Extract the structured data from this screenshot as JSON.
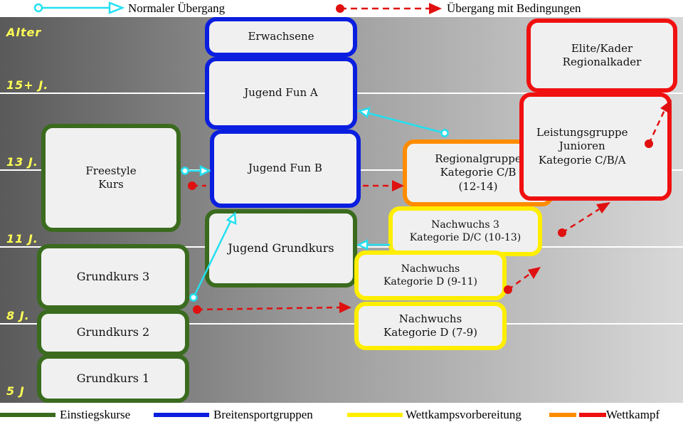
{
  "legend_top": {
    "normal_label": "Normaler Übergang",
    "conditional_label": "Übergang mit Bedingungen"
  },
  "age_axis": {
    "title": "Alter",
    "labels": [
      "15+ J.",
      "13 J.",
      "11 J.",
      "8 J.",
      "5 J"
    ]
  },
  "boxes": {
    "erwachsene": "Erwachsene",
    "jugend_fun_a": "Jugend Fun A",
    "jugend_fun_b": "Jugend Fun B",
    "jugend_grundkurs": "Jugend Grundkurs",
    "freestyle": "Freestyle\nKurs",
    "grundkurs_3": "Grundkurs 3",
    "grundkurs_2": "Grundkurs 2",
    "grundkurs_1": "Grundkurs 1",
    "regionalgruppe": "Regionalgruppe\nKategorie C/B\n(12-14)",
    "nachwuchs_3": "Nachwuchs 3\nKategorie D/C (10-13)",
    "nachwuchs_d_9_11": "Nachwuchs\nKategorie D (9-11)",
    "nachwuchs_d_7_9": "Nachwuchs\nKategorie D (7-9)",
    "elite": "Elite/Kader\nRegionalkader",
    "leistungsgruppe": "Leistungsgruppe\nJunioren\nKategorie C/B/A"
  },
  "legend_bottom": {
    "einstieg": "Einstiegskurse",
    "breitensport": "Breitensportgruppen",
    "wettkampfvorbereitung": "Wettkampsvorbereitung",
    "wettkampf": "Wettkampf"
  },
  "colors": {
    "einstieg": "#3a6b1e",
    "breitensport": "#0a1ee0",
    "wettkampfvorbereitung": "#ffee00",
    "wettkampf_orange": "#ff8c00",
    "wettkampf_red": "#f01010",
    "normal_arrow": "#22e0f0",
    "conditional_arrow": "#e01010",
    "age_label": "#ffff55"
  }
}
